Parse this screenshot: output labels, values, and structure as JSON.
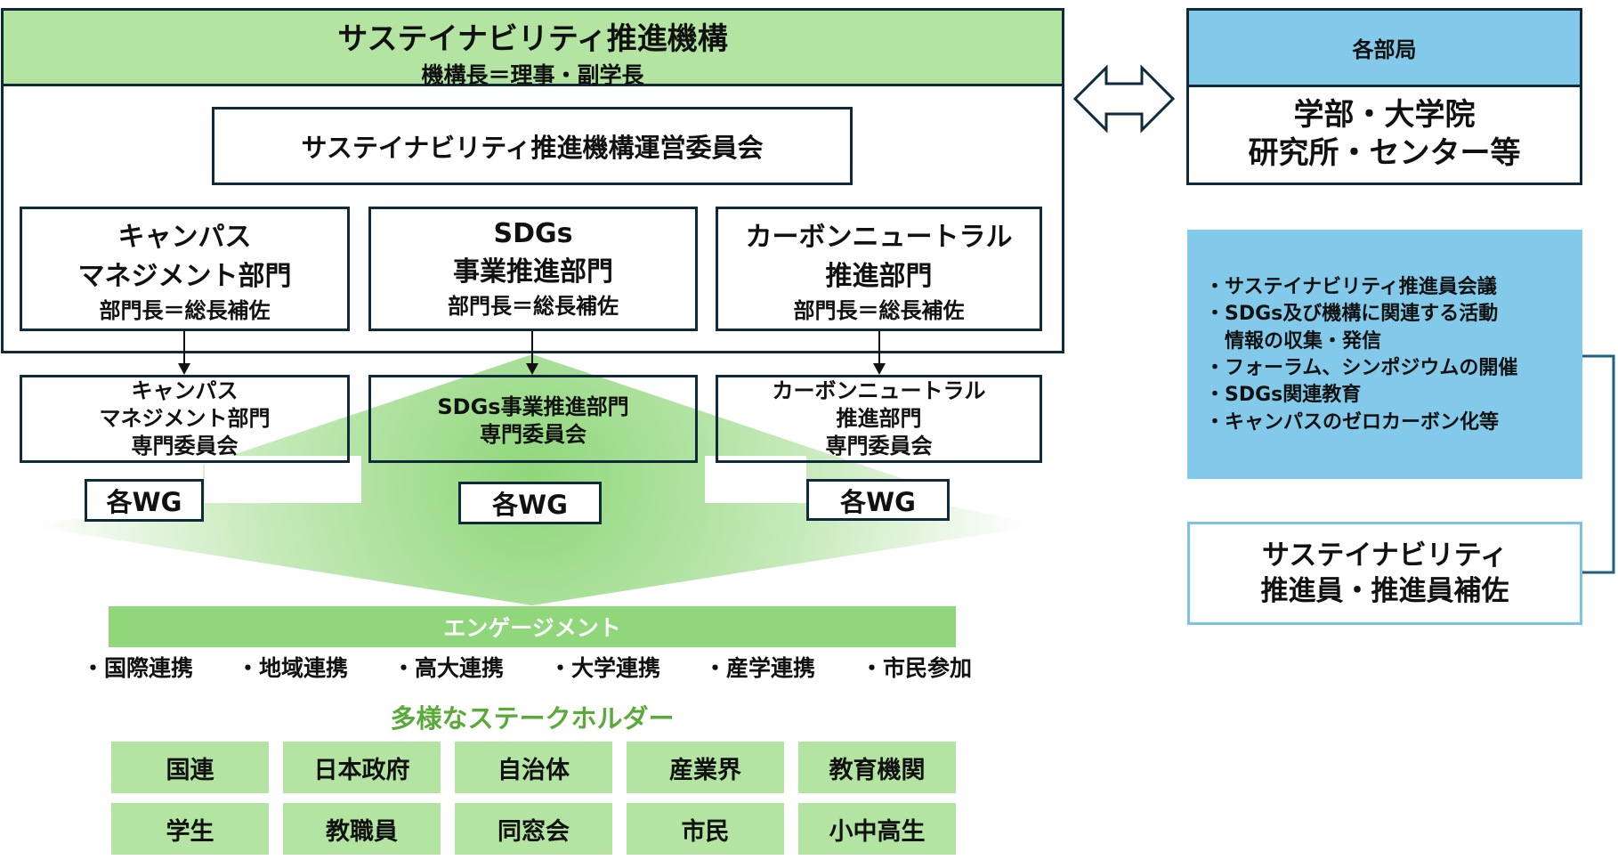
{
  "org": {
    "title": "サステイナビリティ推進機構",
    "subtitle": "機構長＝理事・副学長",
    "committee": "サステイナビリティ推進機構運営委員会",
    "departments": [
      {
        "line1": "キャンパス",
        "line2": "マネジメント部門",
        "head": "部門長＝総長補佐"
      },
      {
        "line1": "SDGs",
        "line2": "事業推進部門",
        "head": "部門長＝総長補佐"
      },
      {
        "line1": "カーボンニュートラル",
        "line2": "推進部門",
        "head": "部門長＝総長補佐"
      }
    ],
    "subcommittees": [
      {
        "lines": [
          "キャンパス",
          "マネジメント部門",
          "専門委員会"
        ]
      },
      {
        "lines": [
          "SDGs事業推進部門",
          "専門委員会"
        ]
      },
      {
        "lines": [
          "カーボンニュートラル",
          "推進部門",
          "専門委員会"
        ]
      }
    ],
    "wg_label": "各WG"
  },
  "engagement": {
    "label": "エンゲージメント",
    "items": [
      "・国際連携",
      "・地域連携",
      "・高大連携",
      "・大学連携",
      "・産学連携",
      "・市民参加"
    ]
  },
  "stakeholders": {
    "title": "多様なステークホルダー",
    "cells": [
      "国連",
      "日本政府",
      "自治体",
      "産業界",
      "教育機関",
      "学生",
      "教職員",
      "同窓会",
      "市民",
      "小中高生"
    ]
  },
  "units": {
    "header": "各部局",
    "line1": "学部・大学院",
    "line2": "研究所・センター等"
  },
  "activities": [
    "・サステイナビリティ推進員会議",
    "・SDGs及び機構に関連する活動",
    "　情報の収集・発信",
    "・フォーラム、シンポジウムの開催",
    "・SDGs関連教育",
    "・キャンパスのゼロカーボン化等"
  ],
  "promoters": {
    "line1": "サステイナビリティ",
    "line2": "推進員・推進員補佐"
  },
  "colors": {
    "green_header": "#b3e4a2",
    "green_bar": "#8fd77a",
    "green_title": "#5aaa3a",
    "blue_header": "#82c9ea",
    "blue_border": "#7cc3e3",
    "dark_border": "#0f2a3a"
  },
  "icons": {
    "bidirectional_arrow": "double-headed-arrow-icon"
  }
}
